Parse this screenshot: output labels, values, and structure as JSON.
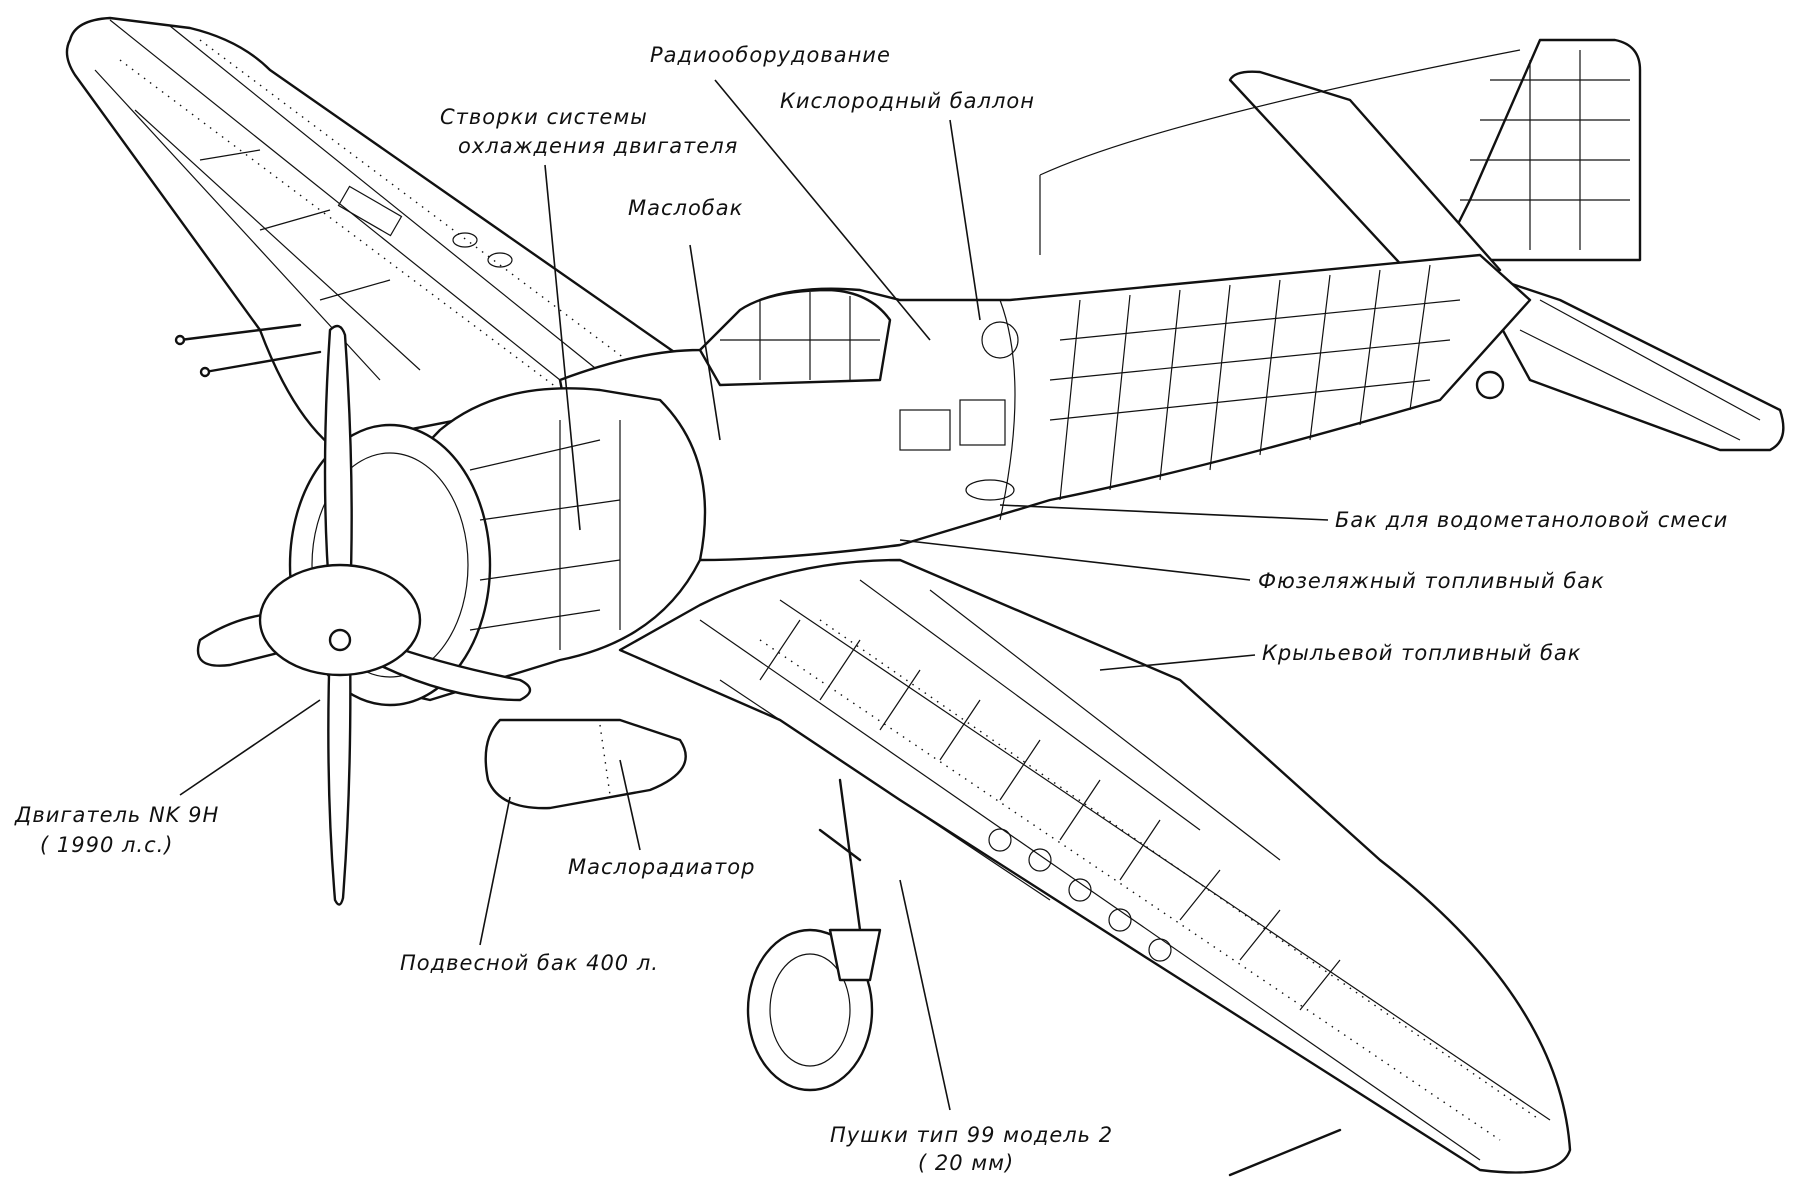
{
  "diagram": {
    "subject": "Cutaway of a fighter aircraft",
    "labels": {
      "radio": "Радиооборудование",
      "oxygen": "Кислородный баллон",
      "cowl_flaps_line1": "Створки системы",
      "cowl_flaps_line2": "охлаждения двигателя",
      "oil_tank": "Маслобак",
      "water_methanol_tank": "Бак для водометаноловой смеси",
      "fuselage_fuel_tank": "Фюзеляжный топливный бак",
      "wing_fuel_tank": "Крыльевой топливный бак",
      "engine_line1": "Двигатель NK 9H",
      "engine_line2": "( 1990 л.с.)",
      "oil_radiator": "Маслорадиатор",
      "drop_tank": "Подвесной бак 400 л.",
      "cannons_line1": "Пушки тип 99 модель 2",
      "cannons_line2": "( 20 мм)"
    }
  }
}
